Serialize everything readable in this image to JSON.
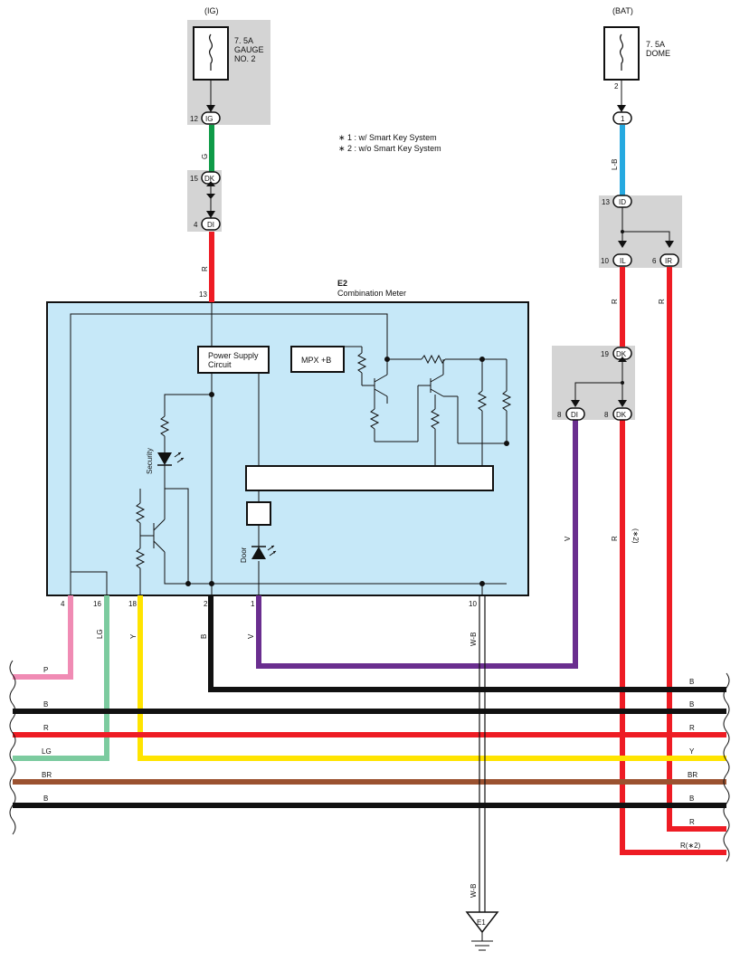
{
  "sources": {
    "ig": {
      "label": "(IG)",
      "fuse": [
        "7. 5A",
        "GAUGE",
        "NO. 2"
      ],
      "pin": "12",
      "connector": "IG"
    },
    "bat": {
      "label": "(BAT)",
      "fuse": [
        "7. 5A",
        "DOME"
      ],
      "pin_top": "2",
      "connector": "1"
    }
  },
  "notes": [
    "∗ 1 : w/ Smart Key System",
    "∗ 2 : w/o Smart Key System"
  ],
  "junctions": {
    "dk_top": {
      "pin": "15",
      "label": "DK"
    },
    "di_top": {
      "pin": "4",
      "label": "DI"
    },
    "id": {
      "pin": "13",
      "label": "ID"
    },
    "il": {
      "pin": "10",
      "label": "IL"
    },
    "ir": {
      "pin": "6",
      "label": "IR"
    },
    "dk_right": {
      "pin": "19",
      "label": "DK"
    },
    "di_right": {
      "pin": "8",
      "label": "DI"
    },
    "dk_right2": {
      "pin": "8",
      "label": "DK"
    }
  },
  "meter": {
    "code": "E2",
    "name": "Combination Meter",
    "top_pin": "13",
    "power_supply": [
      "Power Supply",
      "Circuit"
    ],
    "mpx": "MPX +B",
    "security": "Security",
    "door": "Door",
    "pins": [
      "4",
      "16",
      "18",
      "2",
      "1",
      "10"
    ]
  },
  "wire_labels": {
    "g": "G",
    "r_top": "R",
    "lb": "L-B",
    "r_il": "R",
    "r_ir": "R",
    "v_right": "V",
    "r_dk": "R",
    "r2_note": "(∗2)",
    "p": "P",
    "lg": "LG",
    "y": "Y",
    "b": "B",
    "v": "V",
    "wb": "W-B",
    "wb2": "W-B"
  },
  "buses": [
    {
      "left": "P",
      "right": ""
    },
    {
      "left": "",
      "right": "B"
    },
    {
      "left": "B",
      "right": "B"
    },
    {
      "left": "R",
      "right": "R"
    },
    {
      "left": "LG",
      "right": "Y"
    },
    {
      "left": "BR",
      "right": "BR"
    },
    {
      "left": "B",
      "right": "B"
    },
    {
      "left": "",
      "right": "R"
    },
    {
      "left": "",
      "right": "R(∗2)"
    }
  ],
  "ground": "E1",
  "colors": {
    "green": "#0f9b48",
    "red": "#ee1c24",
    "blue": "#26a9e0",
    "purple": "#6a2e8f",
    "pink": "#f08bb4",
    "lightgreen": "#7ccb9f",
    "yellow": "#ffe400",
    "brown": "#9b5230",
    "black": "#111111",
    "meter_fill": "#c6e8f8",
    "grey": "#d4d4d4"
  }
}
